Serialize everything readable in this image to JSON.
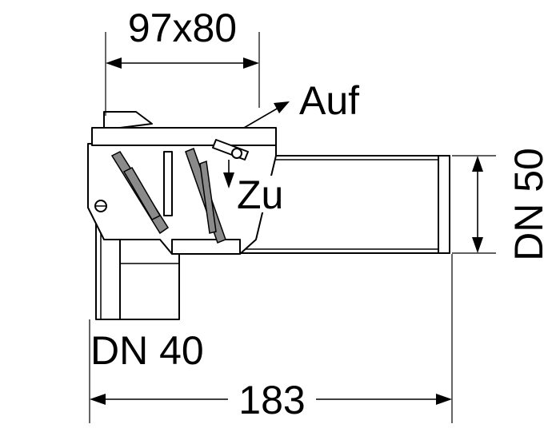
{
  "drawing": {
    "dim_top": "97x80",
    "dim_bottom": "183",
    "outlet_size": "DN 50",
    "inlet_size": "DN 40",
    "label_open": "Auf",
    "label_closed": "Zu"
  },
  "colors": {
    "line": "#000000",
    "section_fill": "#8a8a8a",
    "background": "#ffffff"
  },
  "icons": [
    "open-arrow-icon",
    "close-arrow-icon",
    "dimension-arrow-icon"
  ]
}
